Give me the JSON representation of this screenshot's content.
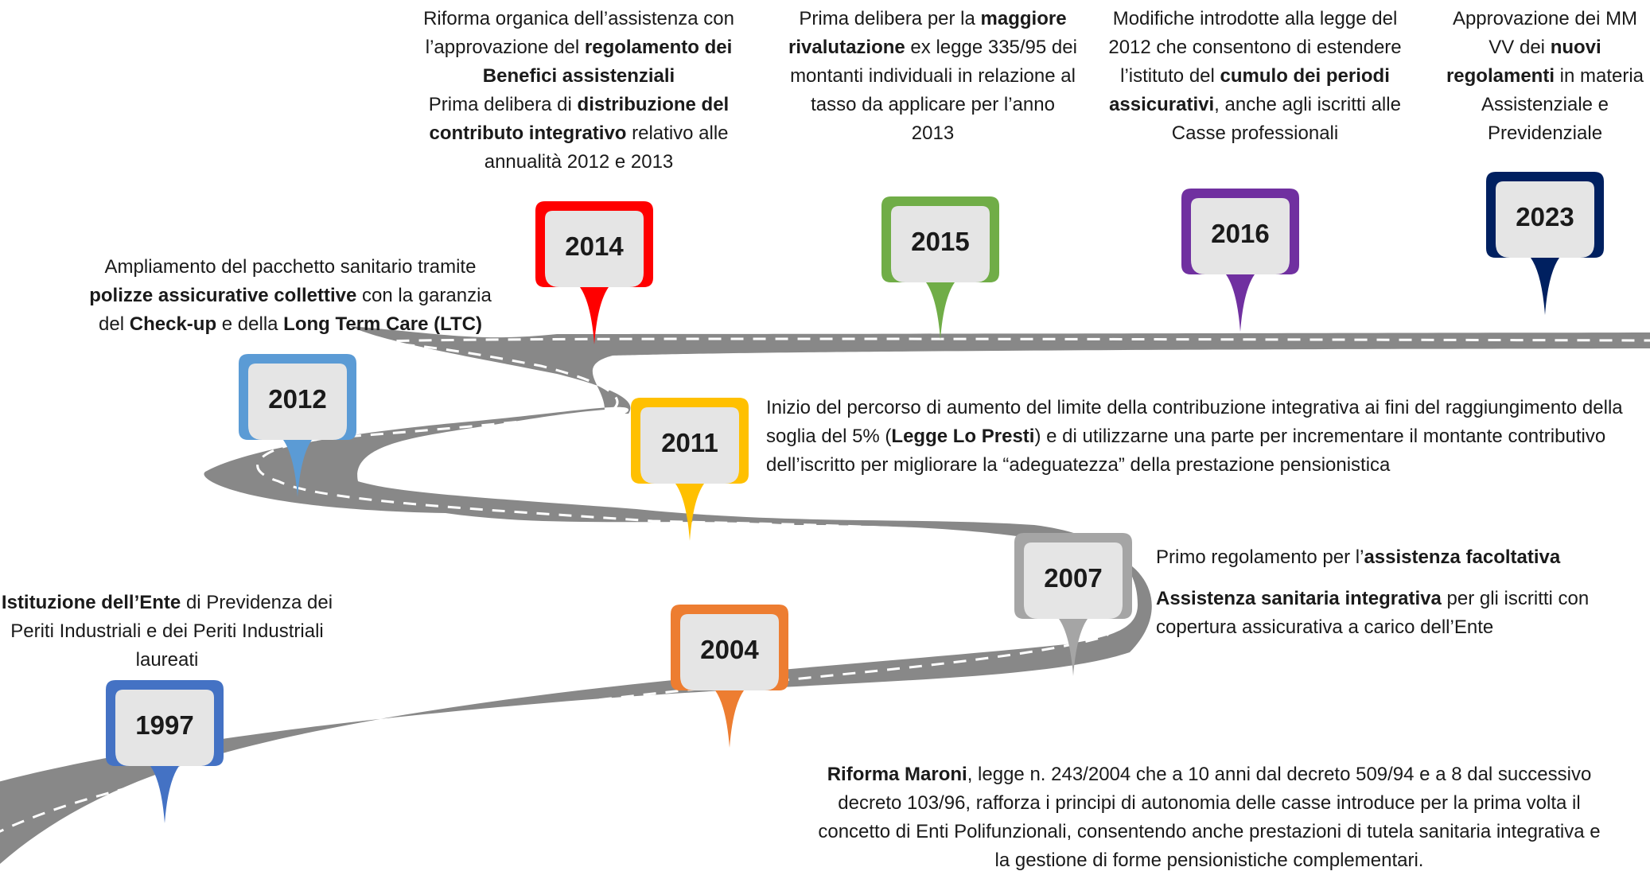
{
  "colors": {
    "road": "#888888",
    "dash": "#ffffff",
    "pin_fill": "#e5e5e5"
  },
  "pins": [
    {
      "id": "1997",
      "year": "1997",
      "color": "#4472c4"
    },
    {
      "id": "2004",
      "year": "2004",
      "color": "#ed7d31"
    },
    {
      "id": "2007",
      "year": "2007",
      "color": "#a5a5a5"
    },
    {
      "id": "2011",
      "year": "2011",
      "color": "#ffc000"
    },
    {
      "id": "2012",
      "year": "2012",
      "color": "#5b9bd5"
    },
    {
      "id": "2014",
      "year": "2014",
      "color": "#ff0000"
    },
    {
      "id": "2015",
      "year": "2015",
      "color": "#70ad47"
    },
    {
      "id": "2016",
      "year": "2016",
      "color": "#7030a0"
    },
    {
      "id": "2023",
      "year": "2023",
      "color": "#002060"
    }
  ],
  "texts": {
    "t1997": {
      "b1": "Istituzione dell’Ente",
      "n1": " di Previdenza dei Periti Industriali e dei Periti Industriali laureati"
    },
    "t2004": {
      "b1": "Riforma Maroni",
      "n1": ", legge n. 243/2004 che a 10 anni dal decreto 509/94 e a 8 dal successivo decreto 103/96, rafforza i principi di autonomia delle casse introduce per la prima volta il concetto di Enti Polifunzionali, consentendo anche prestazioni di tutela sanitaria integrativa e la gestione di forme pensionistiche complementari."
    },
    "t2007": {
      "p1_n1": "Primo regolamento per l’",
      "p1_b1": "assistenza facoltativa",
      "p2_b1": "Assistenza sanitaria integrativa",
      "p2_n1": " per gli iscritti con copertura assicurativa a carico dell’Ente"
    },
    "t2011": {
      "n1": "Inizio del percorso di aumento del limite della contribuzione integrativa ai fini del raggiungimento della soglia del 5% (",
      "b1": "Legge Lo Presti",
      "n2": ") e di utilizzarne una parte per incrementare il montante contributivo dell’iscritto per migliorare la “adeguatezza” della prestazione pensionistica"
    },
    "t2012": {
      "n1": "Ampliamento del pacchetto sanitario tramite ",
      "b1": "polizze assicurative  collettive",
      "n2": " con la garanzia del ",
      "b2": "Check-up",
      "n3": " e della ",
      "b3": "Long Term Care (LTC)"
    },
    "t2014": {
      "n1": "Riforma organica  dell’assistenza con l’approvazione del ",
      "b1": "regolamento dei Benefici assistenziali",
      "n2": "Prima delibera di ",
      "b2": "distribuzione del contributo integrativo",
      "n3": " relativo alle annualità 2012 e 2013"
    },
    "t2015": {
      "n1": "Prima delibera per la ",
      "b1": "maggiore rivalutazione",
      "n2": " ex legge 335/95 dei montanti individuali in relazione al tasso da applicare per l’anno 2013"
    },
    "t2016": {
      "n1": "Modifiche introdotte alla legge del 2012 che consentono di estendere l’istituto del ",
      "b1": "cumulo dei periodi assicurativi",
      "n2": ", anche agli iscritti alle Casse professionali"
    },
    "t2023": {
      "n1": "Approvazione dei MM VV dei ",
      "b1": "nuovi regolamenti",
      "n2": " in materia Assistenziale e Previdenziale"
    }
  }
}
